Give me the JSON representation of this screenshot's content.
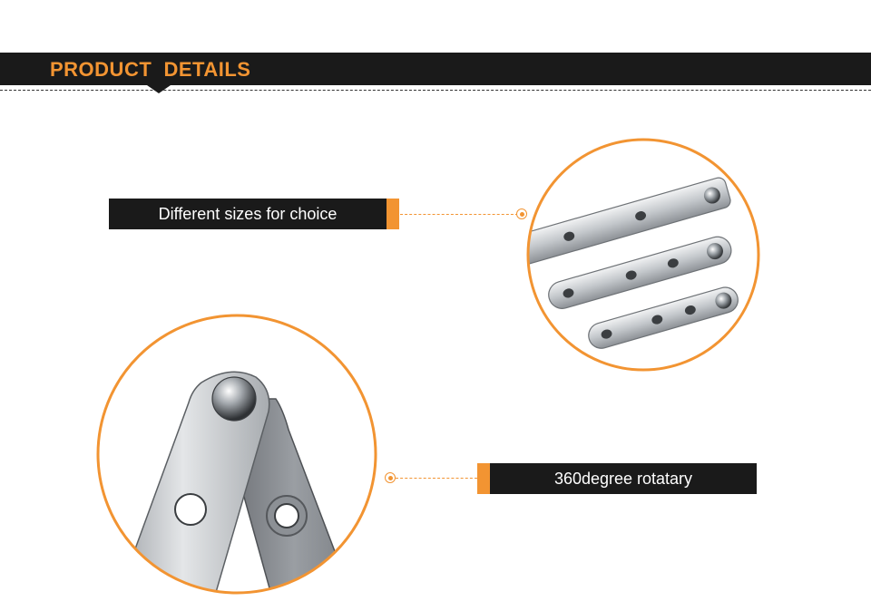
{
  "header": {
    "title": "PRODUCT  DETAILS"
  },
  "features": [
    {
      "label": "Different sizes for choice"
    },
    {
      "label": "360degree rotatary"
    }
  ],
  "colors": {
    "accent": "#f29432",
    "dark": "#1a1a1a",
    "steel": "#b8bcc0"
  },
  "icons": {
    "bullet": "dot-icon"
  }
}
